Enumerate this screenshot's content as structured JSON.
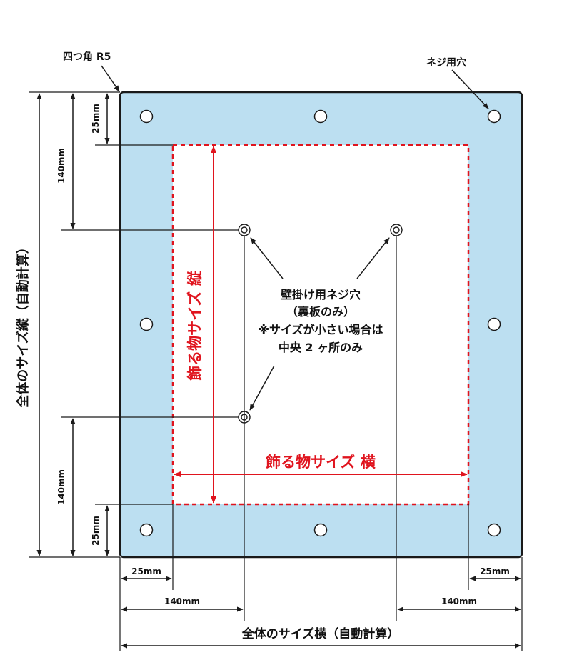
{
  "labels": {
    "corner_radius": "四つ角 R5",
    "screw_hole": "ネジ用穴",
    "wall_hang_1": "壁掛け用ネジ穴",
    "wall_hang_2": "（裏板のみ）",
    "wall_hang_3": "※サイズが小さい場合は",
    "wall_hang_4": "中央 2 ヶ所のみ",
    "item_size_vertical": "飾る物サイズ 縦",
    "item_size_horizontal": "飾る物サイズ 横",
    "total_size_vertical": "全体のサイズ縦（自動計算）",
    "total_size_horizontal": "全体のサイズ横（自動計算）"
  },
  "dimensions": {
    "top_margin": "25mm",
    "top_hang_offset": "140mm",
    "bottom_hang_offset": "140mm",
    "bottom_margin": "25mm",
    "left_margin": "25mm",
    "left_hang_offset": "140mm",
    "right_margin": "25mm",
    "right_hang_offset": "140mm"
  },
  "colors": {
    "panel_fill": "#bcdff1",
    "panel_stroke": "#1a1a1a",
    "inner_fill": "#ffffff",
    "accent_red": "#e0141e",
    "line": "#1a1a1a"
  }
}
